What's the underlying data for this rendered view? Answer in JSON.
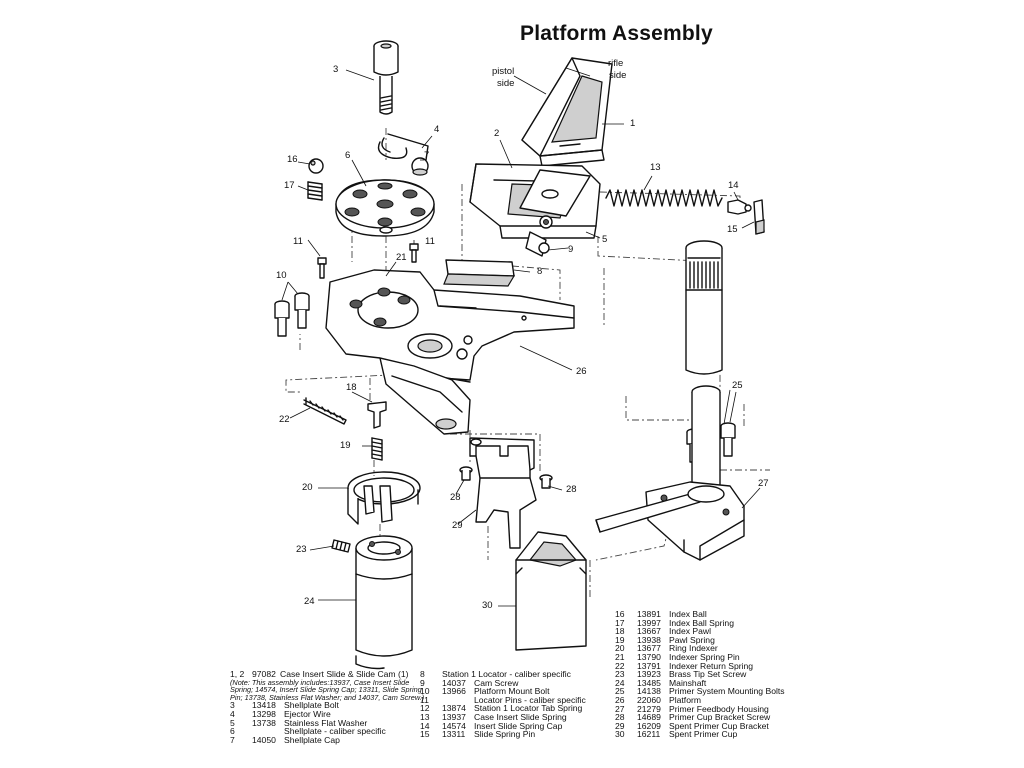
{
  "title": "Platform Assembly",
  "callouts": {
    "c1": "1",
    "c2": "2",
    "c3": "3",
    "c4": "4",
    "c5": "5",
    "c6": "6",
    "c7": "7",
    "c8": "8",
    "c9": "9",
    "c10": "10",
    "c11a": "11",
    "c11b": "11",
    "c13": "13",
    "c14": "14",
    "c15": "15",
    "c16": "16",
    "c17": "17",
    "c18": "18",
    "c19": "19",
    "c20": "20",
    "c21": "21",
    "c22": "22",
    "c23": "23",
    "c24": "24",
    "c25": "25",
    "c26": "26",
    "c27": "27",
    "c28a": "28",
    "c28b": "28",
    "c29": "29",
    "c30": "30",
    "pistol": "pistol",
    "pistol_side": "side",
    "rifle": "rifle",
    "rifle_side": "side"
  },
  "parts_left": {
    "r1": {
      "num": "1, 2",
      "part": "97082",
      "desc": "Case Insert Slide & Slide Cam (1)"
    },
    "note": [
      "(Note: This assembly includes:13937, Case Insert Slide",
      "Spring; 14574, Insert Slide Spring Cap; 13311, Slide Spring",
      "Pin; 13738, Stainless Flat Washer; and 14037, Cam Screw.)"
    ],
    "rows": [
      {
        "num": "3",
        "part": "13418",
        "desc": "Shellplate Bolt"
      },
      {
        "num": "4",
        "part": "13298",
        "desc": "Ejector Wire"
      },
      {
        "num": "5",
        "part": "13738",
        "desc": "Stainless Flat Washer"
      },
      {
        "num": "6",
        "part": "",
        "desc": "Shellplate - caliber specific"
      },
      {
        "num": "7",
        "part": "14050",
        "desc": "Shellplate Cap"
      }
    ]
  },
  "parts_mid": [
    {
      "num": "8",
      "part": "",
      "desc": "Station 1 Locator - caliber specific"
    },
    {
      "num": "9",
      "part": "14037",
      "desc": "Cam Screw"
    },
    {
      "num": "10",
      "part": "13966",
      "desc": "Platform Mount Bolt"
    },
    {
      "num": "11",
      "part": "",
      "desc": "Locator Pins  - caliber specific"
    },
    {
      "num": "12",
      "part": "13874",
      "desc": "Station 1 Locator Tab Spring"
    },
    {
      "num": "13",
      "part": "13937",
      "desc": "Case Insert Slide Spring"
    },
    {
      "num": "14",
      "part": "14574",
      "desc": "Insert Slide Spring Cap"
    },
    {
      "num": "15",
      "part": "13311",
      "desc": "Slide Spring Pin"
    }
  ],
  "parts_right": [
    {
      "num": "16",
      "part": "13891",
      "desc": "Index Ball"
    },
    {
      "num": "17",
      "part": "13997",
      "desc": "Index Ball Spring"
    },
    {
      "num": "18",
      "part": "13667",
      "desc": "Index Pawl"
    },
    {
      "num": "19",
      "part": "13938",
      "desc": "Pawl Spring"
    },
    {
      "num": "20",
      "part": "13677",
      "desc": "Ring Indexer"
    },
    {
      "num": "21",
      "part": "13790",
      "desc": "Indexer Spring Pin"
    },
    {
      "num": "22",
      "part": "13791",
      "desc": "Indexer Return Spring"
    },
    {
      "num": "23",
      "part": "13923",
      "desc": "Brass Tip Set Screw"
    },
    {
      "num": "24",
      "part": "13485",
      "desc": "Mainshaft"
    },
    {
      "num": "25",
      "part": "14138",
      "desc": "Primer System Mounting Bolts"
    },
    {
      "num": "26",
      "part": "22060",
      "desc": "Platform"
    },
    {
      "num": "27",
      "part": "21279",
      "desc": "Primer Feedbody Housing"
    },
    {
      "num": "28",
      "part": "14689",
      "desc": "Primer Cup Bracket Screw"
    },
    {
      "num": "29",
      "part": "16209",
      "desc": "Spent Primer Cup Bracket"
    },
    {
      "num": "30",
      "part": "16211",
      "desc": "Spent Primer Cup"
    }
  ]
}
